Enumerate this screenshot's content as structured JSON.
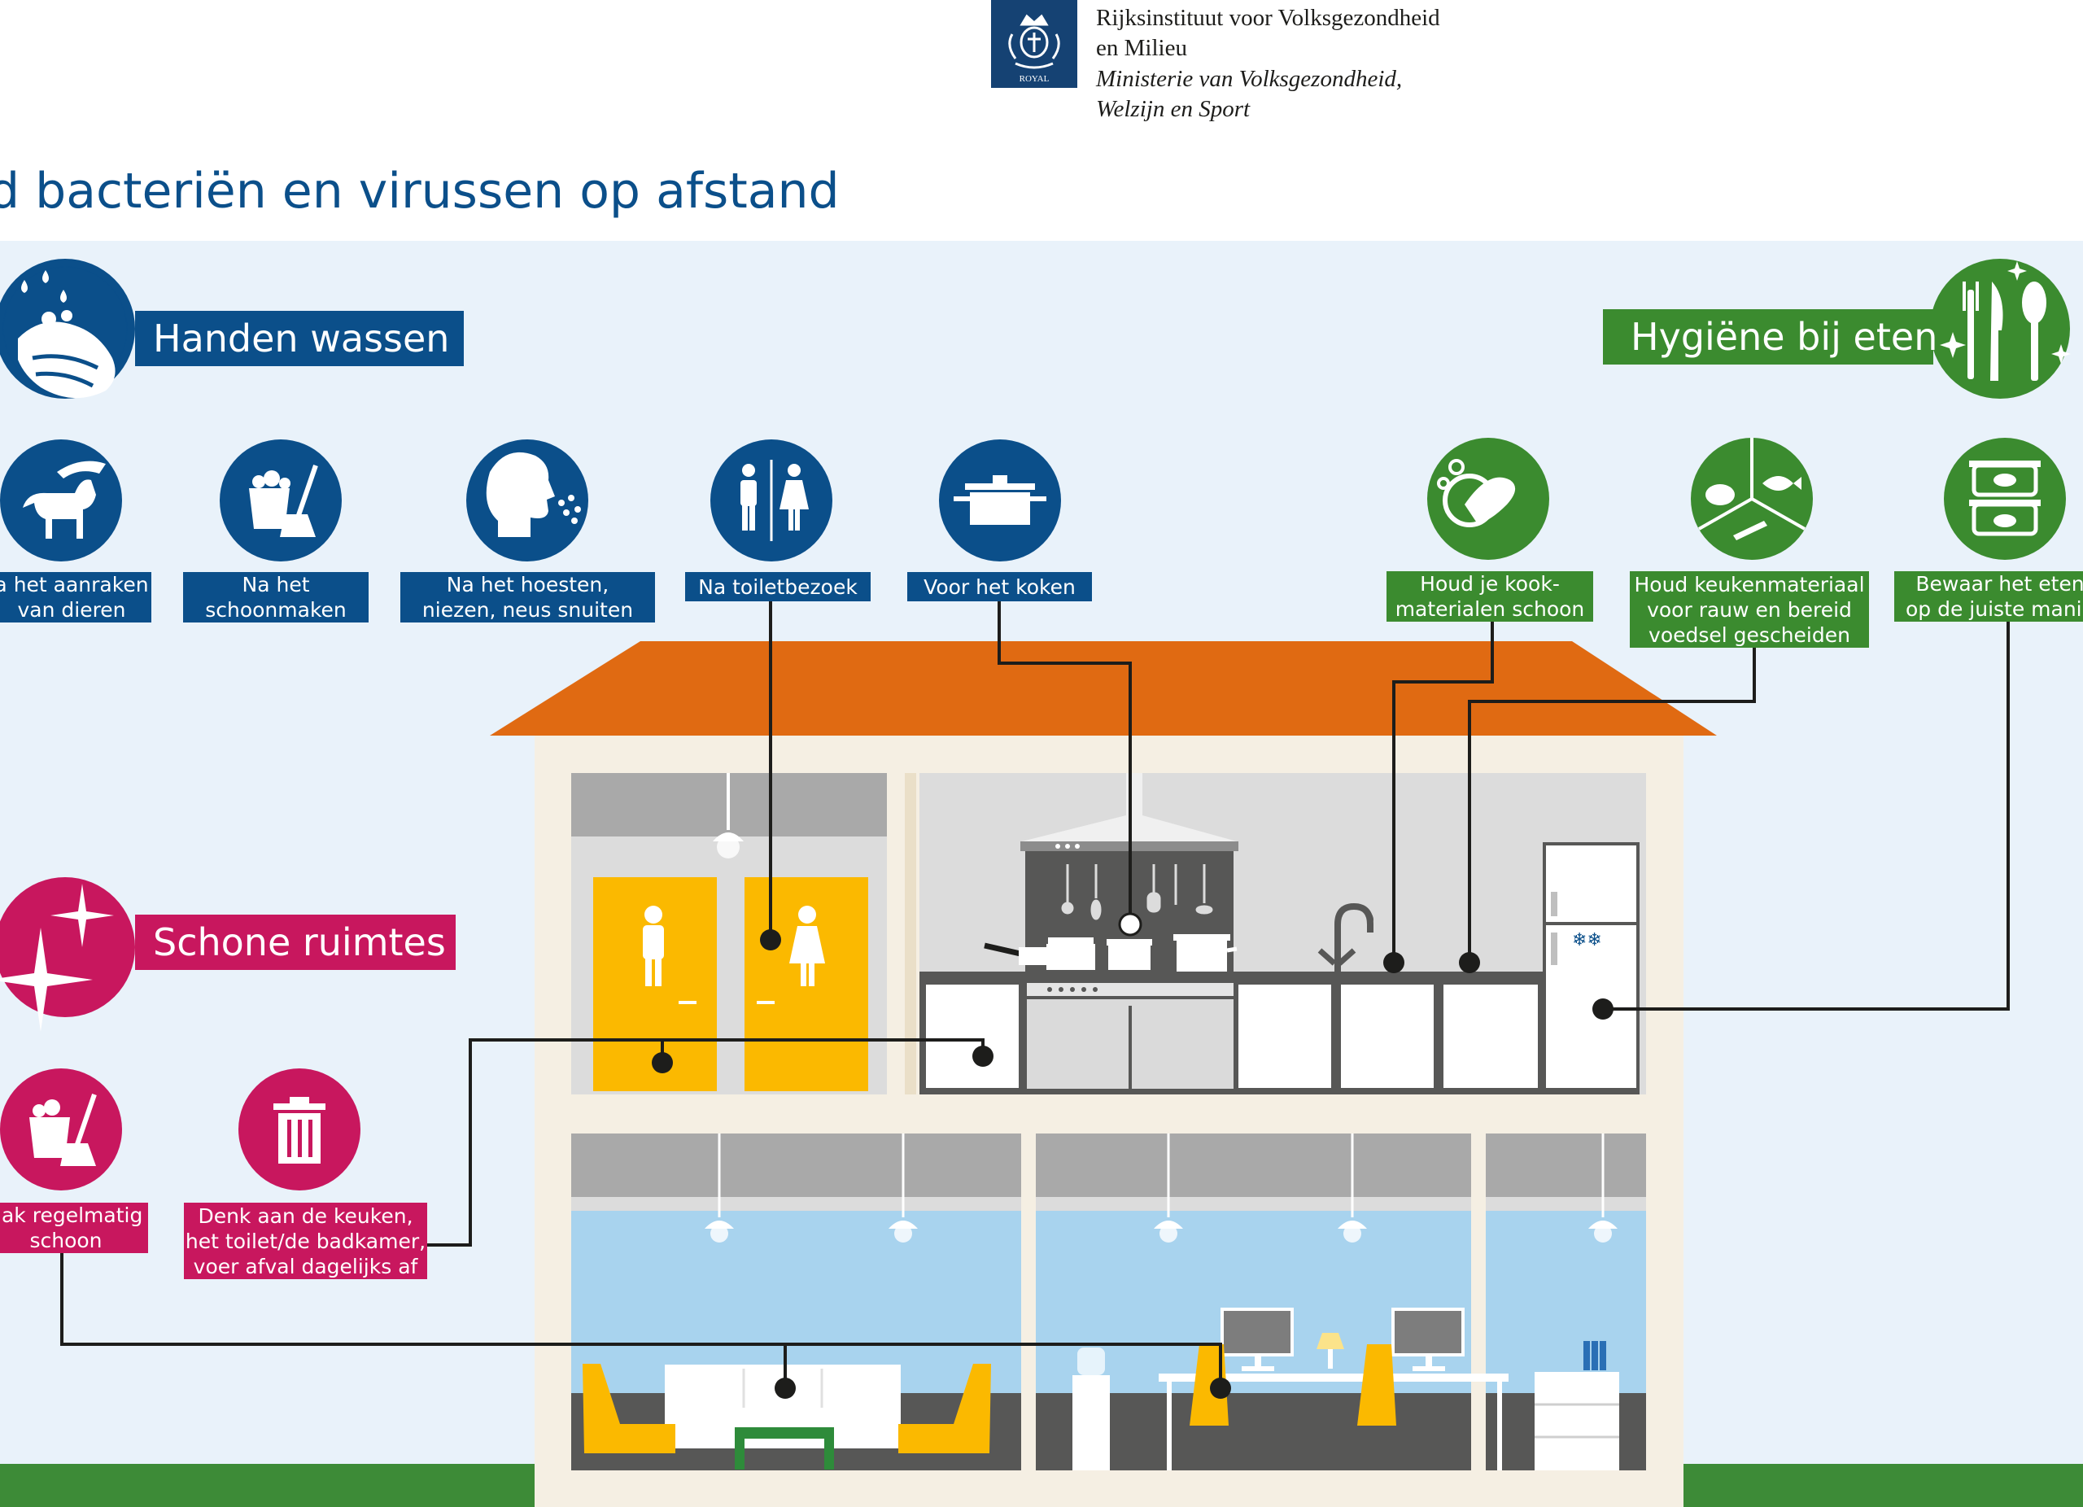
{
  "header": {
    "org_line1": "Rijksinstituut voor Volksgezondheid",
    "org_line2": "en Milieu",
    "ministry_line1": "Ministerie van Volksgezondheid,",
    "ministry_line2": "Welzijn en Sport"
  },
  "title": "d bacteriën en virussen op afstand",
  "sections": {
    "handen_wassen": {
      "title": "Handen wassen",
      "color": "#0b4f8a",
      "items": [
        {
          "icon": "dog-petting-icon",
          "line1": "a het aanraken",
          "line2": "van dieren"
        },
        {
          "icon": "cleaning-bucket-icon",
          "line1": "Na het",
          "line2": "schoonmaken"
        },
        {
          "icon": "sneezing-icon",
          "line1": "Na het hoesten,",
          "line2": "niezen, neus snuiten"
        },
        {
          "icon": "toilet-icon",
          "line1": "Na toiletbezoek"
        },
        {
          "icon": "cooking-pot-icon",
          "line1": "Voor het koken"
        }
      ]
    },
    "hygiene_bij_eten": {
      "title": "Hygiëne bij eten",
      "color": "#3b8b2f",
      "items": [
        {
          "icon": "washing-dishes-icon",
          "line1": "Houd je kook-",
          "line2": "materialen schoon"
        },
        {
          "icon": "food-separation-icon",
          "line1": "Houd keukenmateriaal",
          "line2": "voor rauw en bereid",
          "line3": "voedsel gescheiden"
        },
        {
          "icon": "food-containers-icon",
          "line1": "Bewaar het eten",
          "line2": "op de juiste manie"
        }
      ]
    },
    "schone_ruimtes": {
      "title": "Schone ruimtes",
      "color": "#c8175e",
      "items": [
        {
          "icon": "cleaning-bucket-icon",
          "line1": "aak regelmatig",
          "line2": "schoon"
        },
        {
          "icon": "trash-bin-icon",
          "line1": "Denk aan de keuken,",
          "line2": "het toilet/de badkamer,",
          "line3": "voer afval dagelijks af"
        }
      ]
    }
  },
  "colors": {
    "sky": "#e9f2fa",
    "roof": "#e06a12",
    "house_wall": "#f5efe3",
    "door_yellow": "#fbb900",
    "grass": "#3d8b37",
    "window_blue": "#a8d3ee",
    "floor_gray": "#575756"
  }
}
